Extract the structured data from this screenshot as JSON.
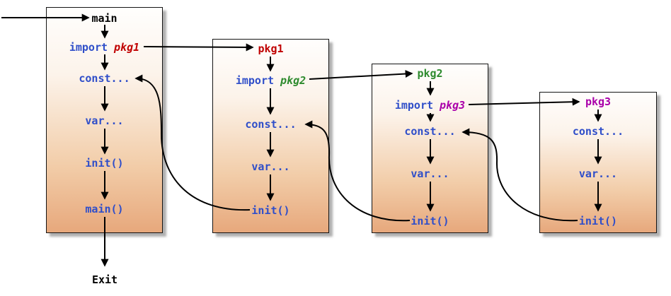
{
  "diagram": {
    "exit_label": "Exit",
    "colors": {
      "code_blue": "#2f4ec9",
      "pkg1_red": "#c00000",
      "pkg2_green": "#2e8b2e",
      "pkg3_magenta": "#aa00aa",
      "box_gradient_top": "#fffefd",
      "box_gradient_bottom": "#e7a87c",
      "arrow_black": "#000000"
    },
    "boxes": [
      {
        "title": "main",
        "title_color": "#000000",
        "import_keyword": "import",
        "import_pkg": "pkg1",
        "import_pkg_color": "#c00000",
        "steps": [
          "const...",
          "var...",
          "init()",
          "main()"
        ]
      },
      {
        "title": "pkg1",
        "title_color": "#c00000",
        "import_keyword": "import",
        "import_pkg": "pkg2",
        "import_pkg_color": "#2e8b2e",
        "steps": [
          "const...",
          "var...",
          "init()"
        ]
      },
      {
        "title": "pkg2",
        "title_color": "#2e8b2e",
        "import_keyword": "import",
        "import_pkg": "pkg3",
        "import_pkg_color": "#aa00aa",
        "steps": [
          "const...",
          "var...",
          "init()"
        ]
      },
      {
        "title": "pkg3",
        "title_color": "#aa00aa",
        "steps": [
          "const...",
          "var...",
          "init()"
        ]
      }
    ]
  }
}
